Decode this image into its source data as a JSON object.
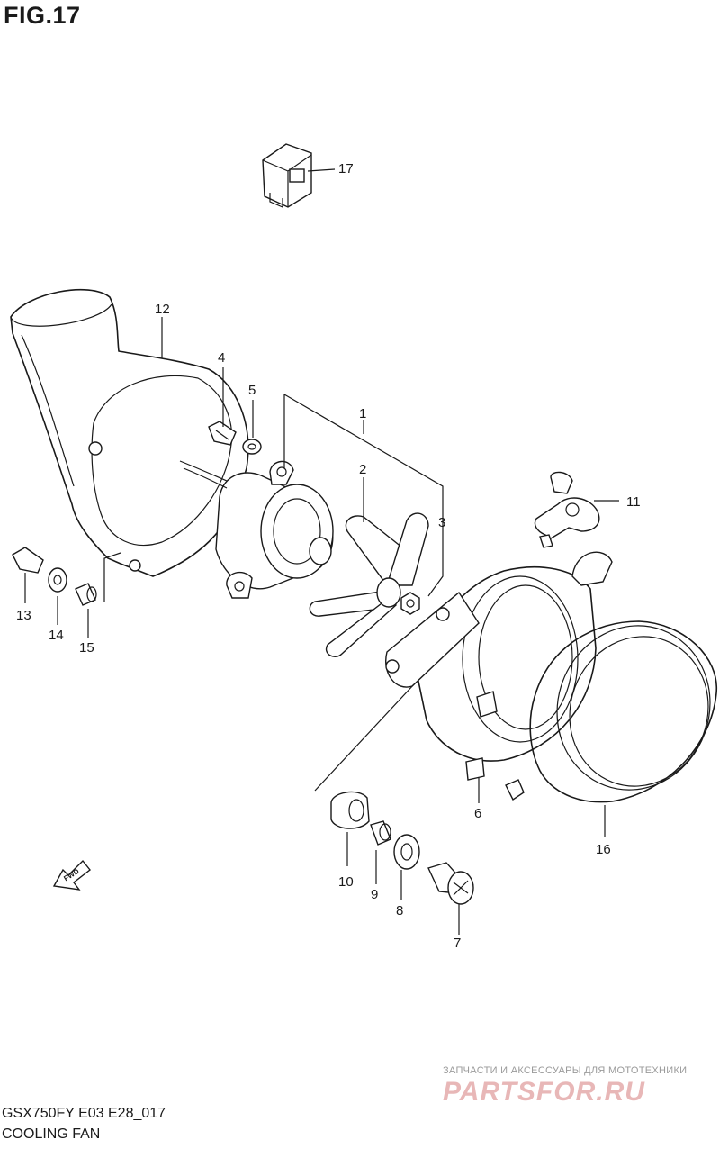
{
  "figure": {
    "title": "FIG.17"
  },
  "callouts": [
    "17",
    "12",
    "4",
    "5",
    "1",
    "2",
    "3",
    "11",
    "13",
    "14",
    "15",
    "6",
    "16",
    "10",
    "9",
    "8",
    "7"
  ],
  "fwd_label": "FWD",
  "watermark": {
    "tagline": "ЗАПЧАСТИ И АКСЕССУАРЫ ДЛЯ МОТОТЕХНИКИ",
    "brand": "PARTSFOR.RU"
  },
  "footer": {
    "code": "GSX750FY E03 E28_017",
    "name": "COOLING FAN"
  }
}
